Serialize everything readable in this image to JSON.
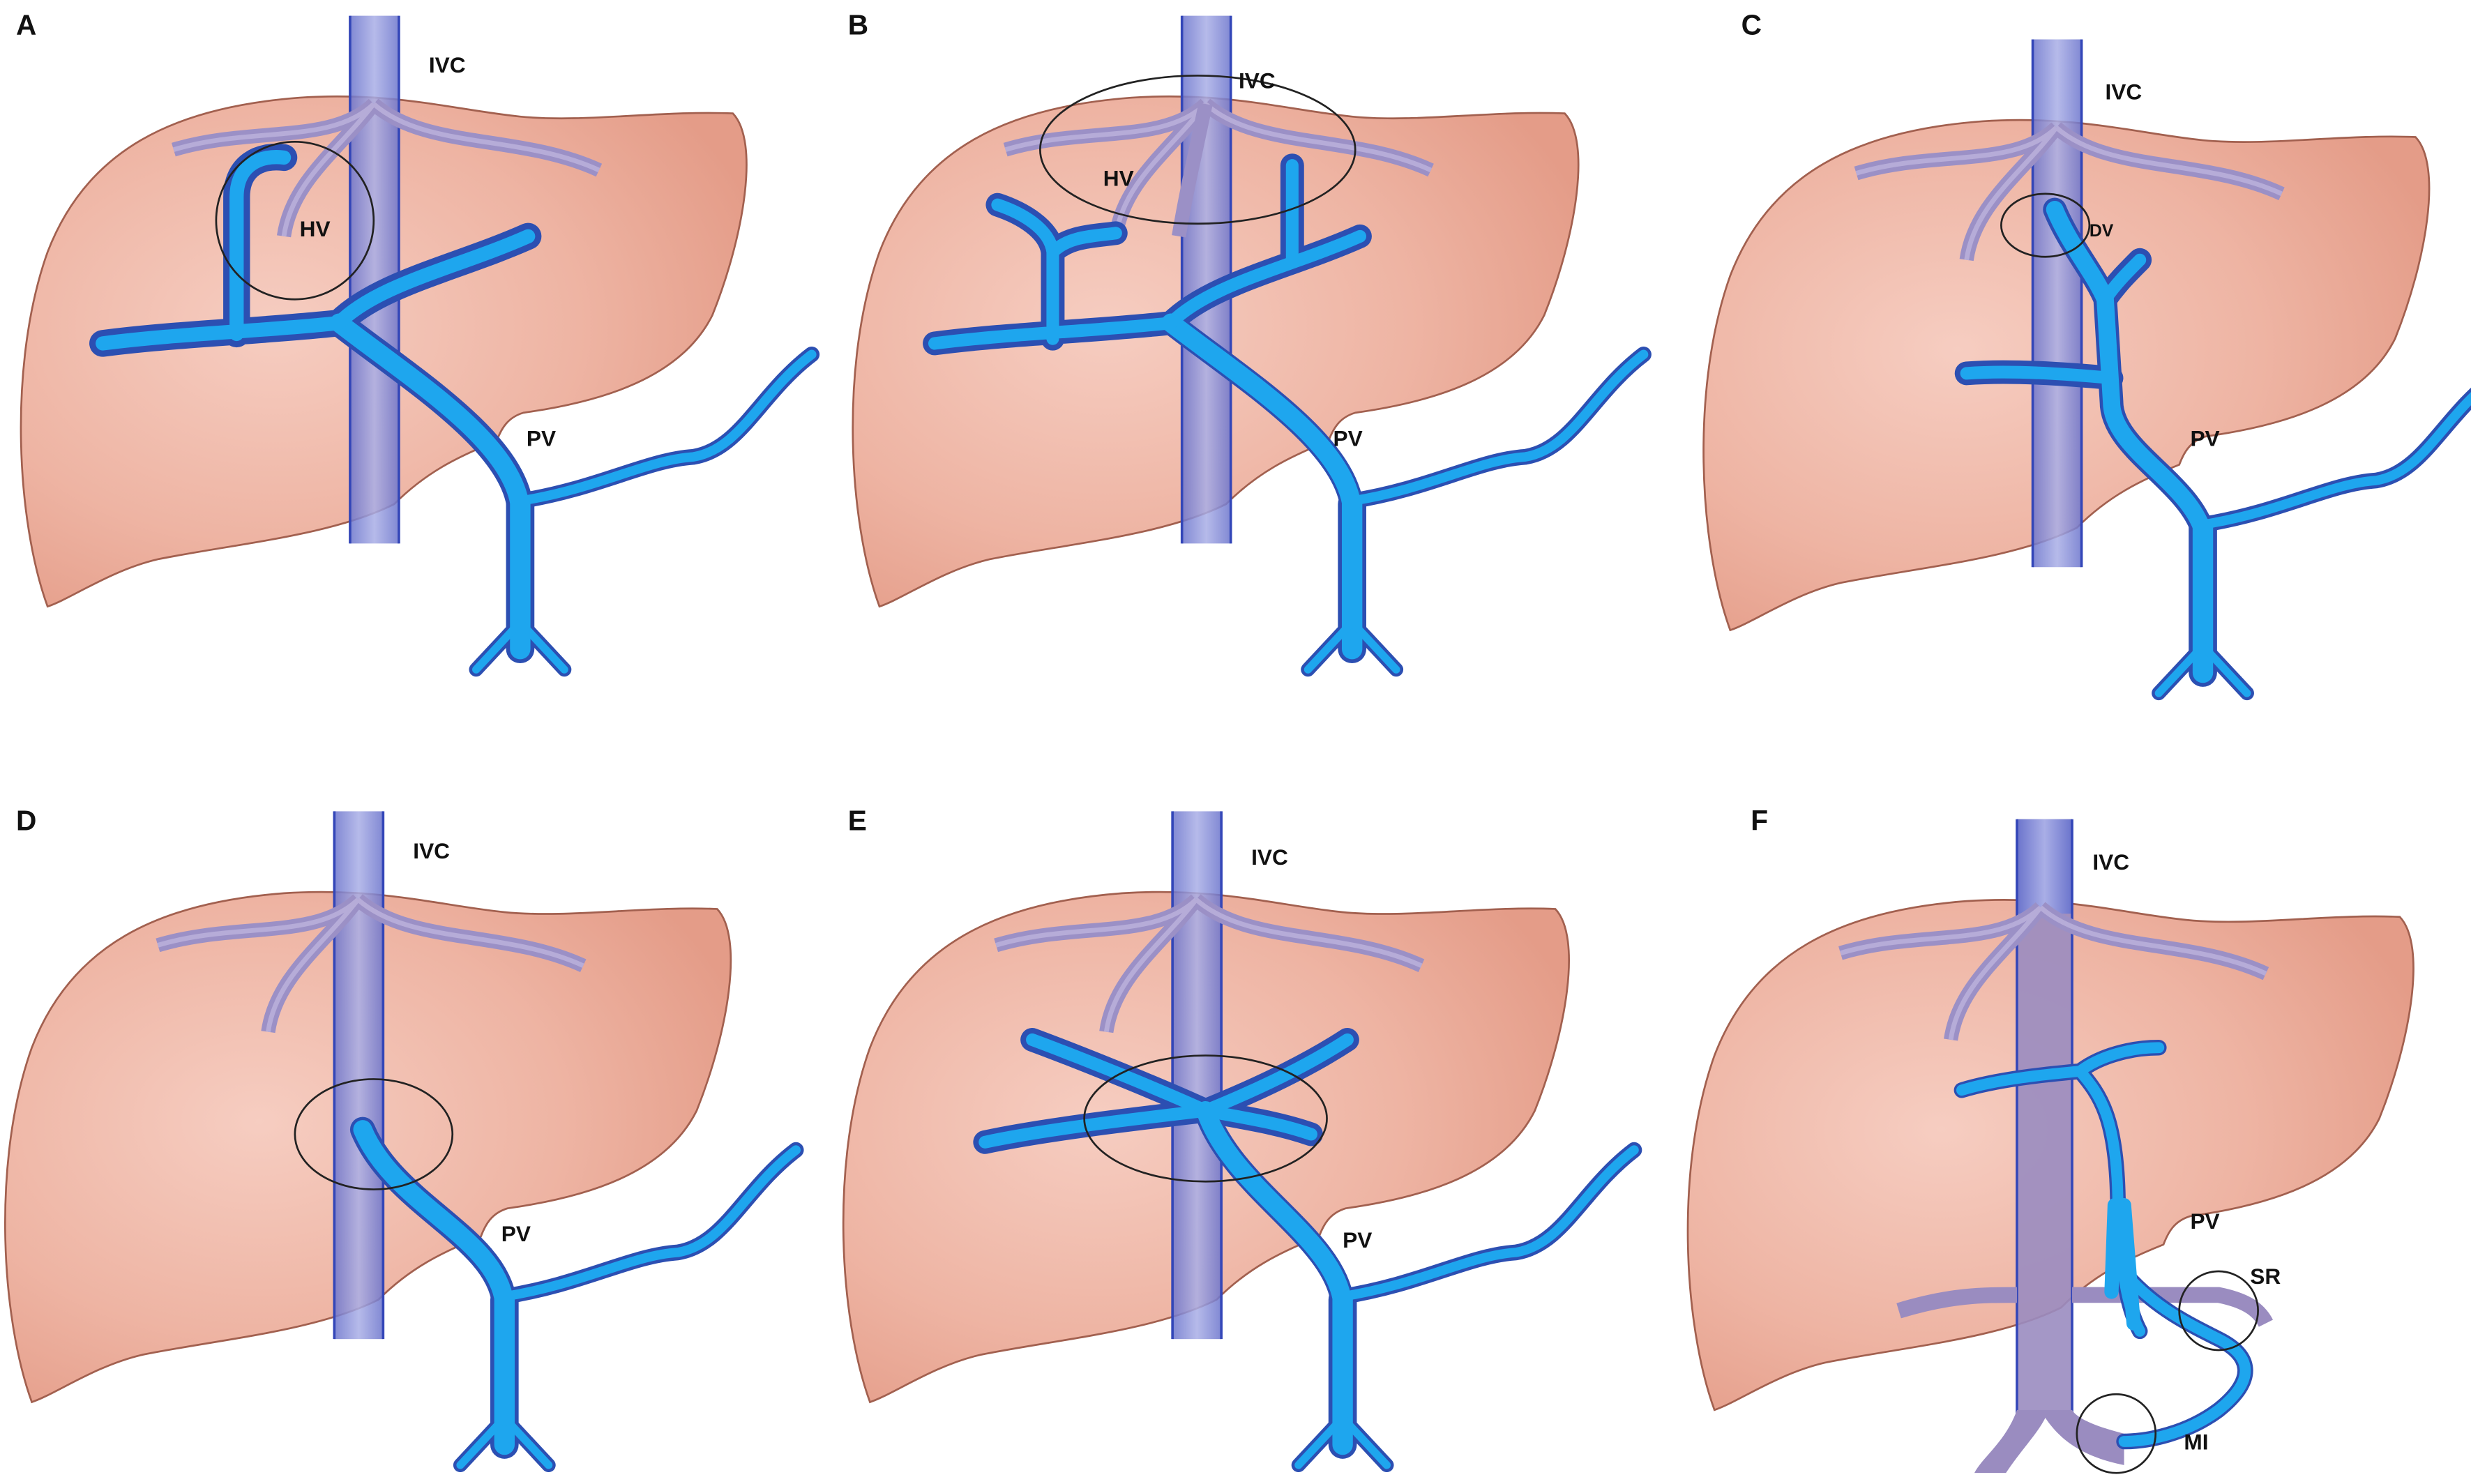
{
  "figure": {
    "panels": [
      {
        "letter": "A",
        "labels": {
          "ivc": "IVC",
          "hv": "HV",
          "pv": "PV"
        }
      },
      {
        "letter": "B",
        "labels": {
          "ivc": "IVC",
          "hv": "HV",
          "pv": "PV"
        }
      },
      {
        "letter": "C",
        "labels": {
          "ivc": "IVC",
          "dv": "DV",
          "pv": "PV"
        }
      },
      {
        "letter": "D",
        "labels": {
          "ivc": "IVC",
          "pv": "PV"
        }
      },
      {
        "letter": "E",
        "labels": {
          "ivc": "IVC",
          "pv": "PV"
        }
      },
      {
        "letter": "F",
        "labels": {
          "ivc": "IVC",
          "pv": "PV",
          "sr": "SR",
          "mi": "MI"
        }
      }
    ]
  },
  "colors": {
    "liver": "#e9a896",
    "ivc": "#8a80c4",
    "hepatic_vein": "#9b90c6",
    "portal_vein": "#1ea6ee",
    "vessel_outline": "#2c4fb2"
  }
}
